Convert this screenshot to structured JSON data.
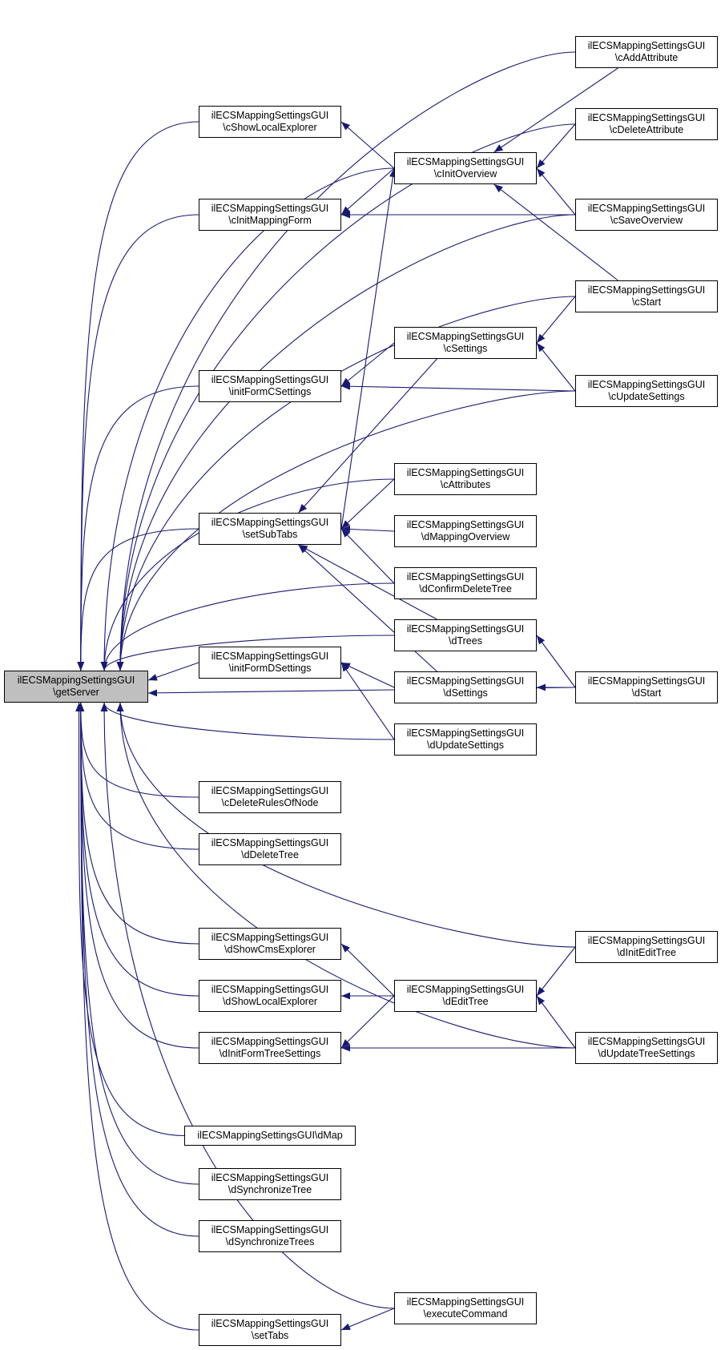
{
  "colors": {
    "edge": "#191970",
    "node_border": "#000000",
    "root_fill": "#bfbfbf",
    "node_fill": "#ffffff"
  },
  "nodes": [
    {
      "id": "getServer",
      "lines": [
        "ilECSMappingSettingsGUI",
        "\\getServer"
      ],
      "root": true
    },
    {
      "id": "cAddAttribute",
      "lines": [
        "ilECSMappingSettingsGUI",
        "\\cAddAttribute"
      ]
    },
    {
      "id": "cDeleteAttribute",
      "lines": [
        "ilECSMappingSettingsGUI",
        "\\cDeleteAttribute"
      ]
    },
    {
      "id": "cShowLocalExplorer",
      "lines": [
        "ilECSMappingSettingsGUI",
        "\\cShowLocalExplorer"
      ]
    },
    {
      "id": "cInitOverview",
      "lines": [
        "ilECSMappingSettingsGUI",
        "\\cInitOverview"
      ]
    },
    {
      "id": "cInitMappingForm",
      "lines": [
        "ilECSMappingSettingsGUI",
        "\\cInitMappingForm"
      ]
    },
    {
      "id": "cSaveOverview",
      "lines": [
        "ilECSMappingSettingsGUI",
        "\\cSaveOverview"
      ]
    },
    {
      "id": "cStart",
      "lines": [
        "ilECSMappingSettingsGUI",
        "\\cStart"
      ]
    },
    {
      "id": "cSettings",
      "lines": [
        "ilECSMappingSettingsGUI",
        "\\cSettings"
      ]
    },
    {
      "id": "initFormCSettings",
      "lines": [
        "ilECSMappingSettingsGUI",
        "\\initFormCSettings"
      ]
    },
    {
      "id": "cUpdateSettings",
      "lines": [
        "ilECSMappingSettingsGUI",
        "\\cUpdateSettings"
      ]
    },
    {
      "id": "cAttributes",
      "lines": [
        "ilECSMappingSettingsGUI",
        "\\cAttributes"
      ]
    },
    {
      "id": "setSubTabs",
      "lines": [
        "ilECSMappingSettingsGUI",
        "\\setSubTabs"
      ]
    },
    {
      "id": "dMappingOverview",
      "lines": [
        "ilECSMappingSettingsGUI",
        "\\dMappingOverview"
      ]
    },
    {
      "id": "dConfirmDeleteTree",
      "lines": [
        "ilECSMappingSettingsGUI",
        "\\dConfirmDeleteTree"
      ]
    },
    {
      "id": "dTrees",
      "lines": [
        "ilECSMappingSettingsGUI",
        "\\dTrees"
      ]
    },
    {
      "id": "initFormDSettings",
      "lines": [
        "ilECSMappingSettingsGUI",
        "\\initFormDSettings"
      ]
    },
    {
      "id": "dSettings",
      "lines": [
        "ilECSMappingSettingsGUI",
        "\\dSettings"
      ]
    },
    {
      "id": "dStart",
      "lines": [
        "ilECSMappingSettingsGUI",
        "\\dStart"
      ]
    },
    {
      "id": "dUpdateSettings",
      "lines": [
        "ilECSMappingSettingsGUI",
        "\\dUpdateSettings"
      ]
    },
    {
      "id": "cDeleteRulesOfNode",
      "lines": [
        "ilECSMappingSettingsGUI",
        "\\cDeleteRulesOfNode"
      ]
    },
    {
      "id": "dDeleteTree",
      "lines": [
        "ilECSMappingSettingsGUI",
        "\\dDeleteTree"
      ]
    },
    {
      "id": "dShowCmsExplorer",
      "lines": [
        "ilECSMappingSettingsGUI",
        "\\dShowCmsExplorer"
      ]
    },
    {
      "id": "dInitEditTree",
      "lines": [
        "ilECSMappingSettingsGUI",
        "\\dInitEditTree"
      ]
    },
    {
      "id": "dShowLocalExplorer",
      "lines": [
        "ilECSMappingSettingsGUI",
        "\\dShowLocalExplorer"
      ]
    },
    {
      "id": "dEditTree",
      "lines": [
        "ilECSMappingSettingsGUI",
        "\\dEditTree"
      ]
    },
    {
      "id": "dInitFormTreeSettings",
      "lines": [
        "ilECSMappingSettingsGUI",
        "\\dInitFormTreeSettings"
      ]
    },
    {
      "id": "dUpdateTreeSettings",
      "lines": [
        "ilECSMappingSettingsGUI",
        "\\dUpdateTreeSettings"
      ]
    },
    {
      "id": "dMap",
      "lines": [
        "ilECSMappingSettingsGUI\\dMap"
      ]
    },
    {
      "id": "dSynchronizeTree",
      "lines": [
        "ilECSMappingSettingsGUI",
        "\\dSynchronizeTree"
      ]
    },
    {
      "id": "dSynchronizeTrees",
      "lines": [
        "ilECSMappingSettingsGUI",
        "\\dSynchronizeTrees"
      ]
    },
    {
      "id": "executeCommand",
      "lines": [
        "ilECSMappingSettingsGUI",
        "\\executeCommand"
      ]
    },
    {
      "id": "setTabs",
      "lines": [
        "ilECSMappingSettingsGUI",
        "\\setTabs"
      ]
    }
  ],
  "edges": [
    [
      "cAddAttribute",
      "getServer"
    ],
    [
      "cAddAttribute",
      "cInitOverview"
    ],
    [
      "cDeleteAttribute",
      "getServer"
    ],
    [
      "cDeleteAttribute",
      "cInitOverview"
    ],
    [
      "cShowLocalExplorer",
      "getServer"
    ],
    [
      "cInitOverview",
      "getServer"
    ],
    [
      "cInitOverview",
      "cShowLocalExplorer"
    ],
    [
      "cInitOverview",
      "cInitMappingForm"
    ],
    [
      "cInitMappingForm",
      "getServer"
    ],
    [
      "cSaveOverview",
      "getServer"
    ],
    [
      "cSaveOverview",
      "cInitOverview"
    ],
    [
      "cSaveOverview",
      "cInitMappingForm"
    ],
    [
      "cStart",
      "getServer"
    ],
    [
      "cStart",
      "cInitOverview"
    ],
    [
      "cStart",
      "cSettings"
    ],
    [
      "cSettings",
      "initFormCSettings"
    ],
    [
      "cSettings",
      "setSubTabs"
    ],
    [
      "initFormCSettings",
      "getServer"
    ],
    [
      "cUpdateSettings",
      "getServer"
    ],
    [
      "cUpdateSettings",
      "cSettings"
    ],
    [
      "cUpdateSettings",
      "initFormCSettings"
    ],
    [
      "cAttributes",
      "getServer"
    ],
    [
      "cAttributes",
      "setSubTabs"
    ],
    [
      "setSubTabs",
      "getServer"
    ],
    [
      "setSubTabs",
      "cInitOverview"
    ],
    [
      "dMappingOverview",
      "setSubTabs"
    ],
    [
      "dConfirmDeleteTree",
      "getServer"
    ],
    [
      "dConfirmDeleteTree",
      "setSubTabs"
    ],
    [
      "dTrees",
      "getServer"
    ],
    [
      "dTrees",
      "setSubTabs"
    ],
    [
      "initFormDSettings",
      "getServer"
    ],
    [
      "dSettings",
      "initFormDSettings"
    ],
    [
      "dSettings",
      "setSubTabs"
    ],
    [
      "dStart",
      "dSettings"
    ],
    [
      "dStart",
      "dTrees"
    ],
    [
      "dStart",
      "getServer"
    ],
    [
      "dUpdateSettings",
      "getServer"
    ],
    [
      "dUpdateSettings",
      "initFormDSettings"
    ],
    [
      "cDeleteRulesOfNode",
      "getServer"
    ],
    [
      "dDeleteTree",
      "getServer"
    ],
    [
      "dShowCmsExplorer",
      "getServer"
    ],
    [
      "dInitEditTree",
      "getServer"
    ],
    [
      "dInitEditTree",
      "dEditTree"
    ],
    [
      "dShowLocalExplorer",
      "getServer"
    ],
    [
      "dEditTree",
      "dShowCmsExplorer"
    ],
    [
      "dEditTree",
      "dShowLocalExplorer"
    ],
    [
      "dEditTree",
      "dInitFormTreeSettings"
    ],
    [
      "dInitFormTreeSettings",
      "getServer"
    ],
    [
      "dUpdateTreeSettings",
      "getServer"
    ],
    [
      "dUpdateTreeSettings",
      "dEditTree"
    ],
    [
      "dUpdateTreeSettings",
      "dInitFormTreeSettings"
    ],
    [
      "dMap",
      "getServer"
    ],
    [
      "dSynchronizeTree",
      "getServer"
    ],
    [
      "dSynchronizeTrees",
      "getServer"
    ],
    [
      "executeCommand",
      "getServer"
    ],
    [
      "executeCommand",
      "setTabs"
    ],
    [
      "setTabs",
      "getServer"
    ]
  ]
}
